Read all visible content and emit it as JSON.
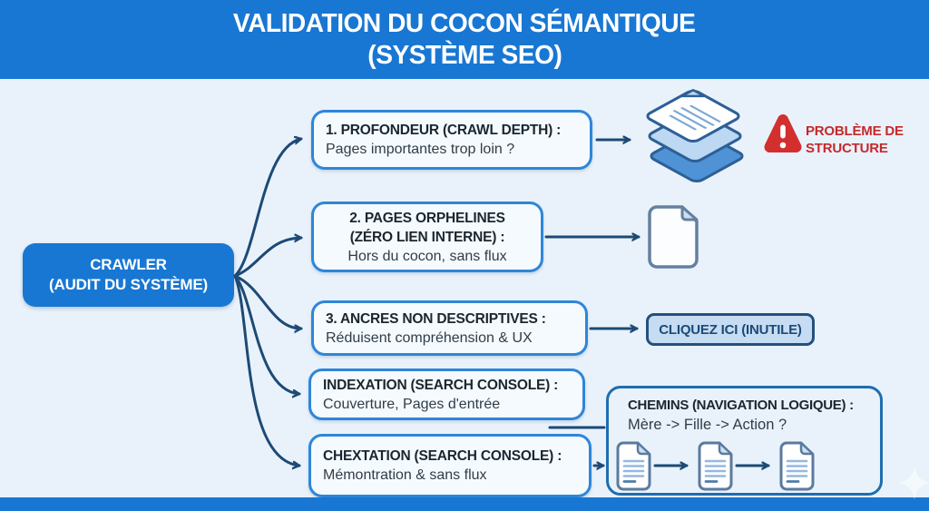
{
  "title": {
    "line1": "VALIDATION DU COCON SÉMANTIQUE",
    "line2": "(SYSTÈME SEO)"
  },
  "crawler": {
    "line1": "CRAWLER",
    "line2": "(AUDIT DU SYSTÈME)"
  },
  "boxes": {
    "profondeur": {
      "title": "1. PROFONDEUR (CRAWL DEPTH) :",
      "body": "Pages importantes trop loin ?"
    },
    "orphelines": {
      "title1": "2. PAGES ORPHELINES",
      "title2": "(ZÉRO LIEN INTERNE) :",
      "body": "Hors du cocon, sans flux"
    },
    "ancres": {
      "title": "3. ANCRES NON DESCRIPTIVES :",
      "body": "Réduisent compréhension & UX"
    },
    "indexation": {
      "title": "INDEXATION (SEARCH CONSOLE) :",
      "body": "Couverture, Pages d'entrée"
    },
    "chextation": {
      "title": "CHEXTATION (SEARCH CONSOLE) :",
      "body": "Mémontration & sans flux"
    }
  },
  "chemins": {
    "title": "CHEMINS (NAVIGATION LOGIQUE) :",
    "body": "Mère -> Fille -> Action ?"
  },
  "warning": {
    "line1": "PROBLÈME DE",
    "line2": "STRUCTURE"
  },
  "button_label": "CLIQUEZ ICI (INUTILE)",
  "icons": {
    "stacked_pages": "stacked-pages-icon",
    "blank_page": "blank-page-icon",
    "documents": "document-icon",
    "warning": "warning-triangle-icon",
    "sparkle": "sparkle-watermark-icon"
  },
  "colors": {
    "banner_blue": "#1877d3",
    "background": "#e9f2fb",
    "node_border": "#2e86d8",
    "node_fill": "#f5fafe",
    "chemins_border": "#1f6dae",
    "arrow_navy": "#1d4a75",
    "warning_red": "#d32f2f",
    "button_bg": "#c6dcf2",
    "button_border": "#24507c"
  }
}
